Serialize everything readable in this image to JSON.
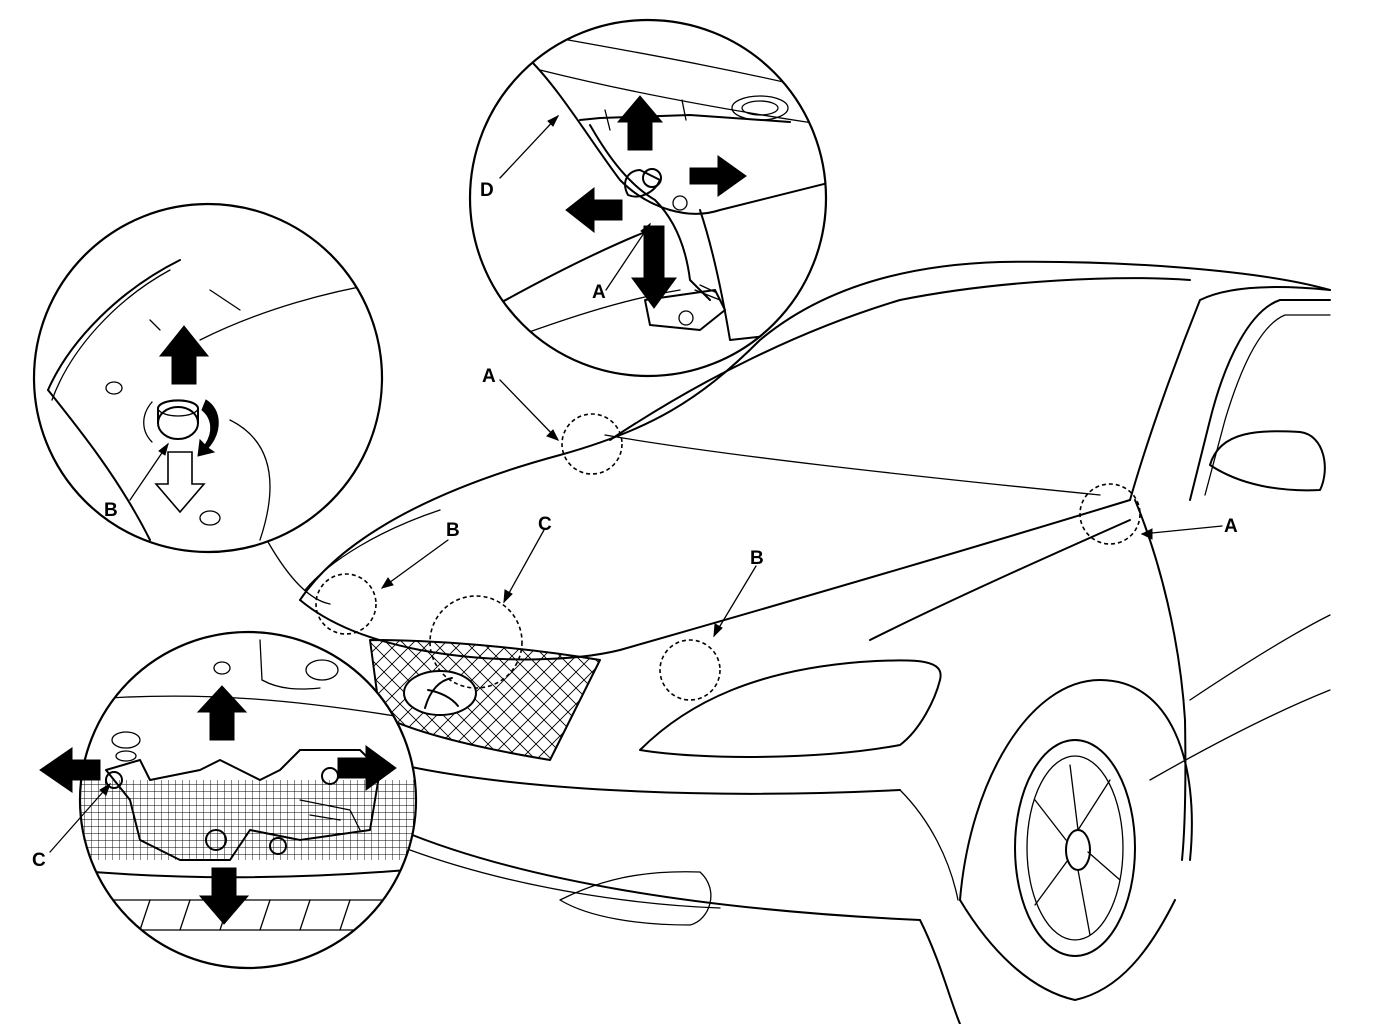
{
  "callouts": {
    "top_inset_d": "D",
    "top_inset_a": "A",
    "left_inset_b": "B",
    "bottom_inset_c": "C",
    "car_a_windshield": "A",
    "car_a_fender": "A",
    "car_b_left": "B",
    "car_b_right": "B",
    "car_c_center": "C"
  }
}
